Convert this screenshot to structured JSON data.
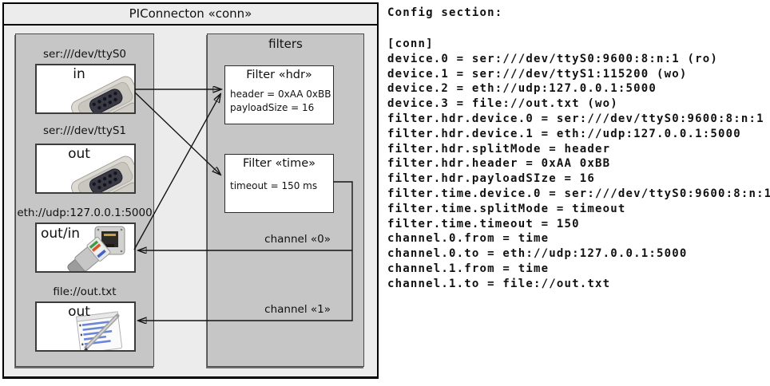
{
  "diagram": {
    "title": "PIConnecton «conn»",
    "devices_group": {
      "devices": [
        {
          "label": "ser:///dev/ttyS0",
          "direction": "in",
          "icon": "serial-connector-icon"
        },
        {
          "label": "ser:///dev/ttyS1",
          "direction": "out",
          "icon": "serial-connector-icon"
        },
        {
          "label": "eth://udp:127.0.0.1:5000",
          "direction": "out/in",
          "icon": "ethernet-port-icon"
        },
        {
          "label": "file://out.txt",
          "direction": "out",
          "icon": "notepad-icon"
        }
      ]
    },
    "filters_group": {
      "label": "filters",
      "filters": [
        {
          "title": "Filter «hdr»",
          "properties": [
            "header = 0xAA 0xBB",
            "payloadSize = 16"
          ]
        },
        {
          "title": "Filter «time»",
          "properties": [
            "timeout = 150 ms"
          ]
        }
      ]
    },
    "channels": [
      {
        "label": "channel «0»"
      },
      {
        "label": "channel «1»"
      }
    ]
  },
  "config": {
    "heading": "Config section:",
    "lines": [
      "[conn]",
      "device.0 = ser:///dev/ttyS0:9600:8:n:1 (ro)",
      "device.1 = ser:///dev/ttyS1:115200 (wo)",
      "device.2 = eth://udp:127.0.0.1:5000",
      "device.3 = file://out.txt (wo)",
      "filter.hdr.device.0 = ser:///dev/ttyS0:9600:8:n:1",
      "filter.hdr.device.1 = eth://udp:127.0.0.1:5000",
      "filter.hdr.splitMode = header",
      "filter.hdr.header = 0xAA 0xBB",
      "filter.hdr.payloadSIze = 16",
      "filter.time.device.0 = ser:///dev/ttyS0:9600:8:n:1",
      "filter.time.splitMode = timeout",
      "filter.time.timeout = 150",
      "channel.0.from = time",
      "channel.0.to = eth://udp:127.0.0.1:5000",
      "channel.1.from = time",
      "channel.1.to = file://out.txt"
    ]
  },
  "colors": {
    "outer_background": "#ececec",
    "group_background": "#c6c6c6",
    "box_background": "#ffffff",
    "border": "#000000",
    "wire": "#141414"
  }
}
